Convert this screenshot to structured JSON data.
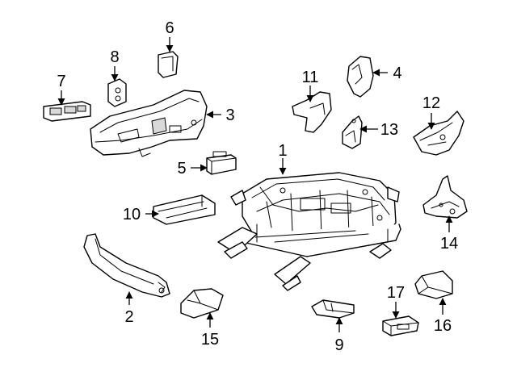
{
  "callouts": [
    {
      "id": "c1",
      "label": "1"
    },
    {
      "id": "c2",
      "label": "2"
    },
    {
      "id": "c3",
      "label": "3"
    },
    {
      "id": "c4",
      "label": "4"
    },
    {
      "id": "c5",
      "label": "5"
    },
    {
      "id": "c6",
      "label": "6"
    },
    {
      "id": "c7",
      "label": "7"
    },
    {
      "id": "c8",
      "label": "8"
    },
    {
      "id": "c9",
      "label": "9"
    },
    {
      "id": "c10",
      "label": "10"
    },
    {
      "id": "c11",
      "label": "11"
    },
    {
      "id": "c12",
      "label": "12"
    },
    {
      "id": "c13",
      "label": "13"
    },
    {
      "id": "c14",
      "label": "14"
    },
    {
      "id": "c15",
      "label": "15"
    },
    {
      "id": "c16",
      "label": "16"
    },
    {
      "id": "c17",
      "label": "17"
    }
  ],
  "colors": {
    "line": "#000000",
    "background": "#ffffff"
  }
}
